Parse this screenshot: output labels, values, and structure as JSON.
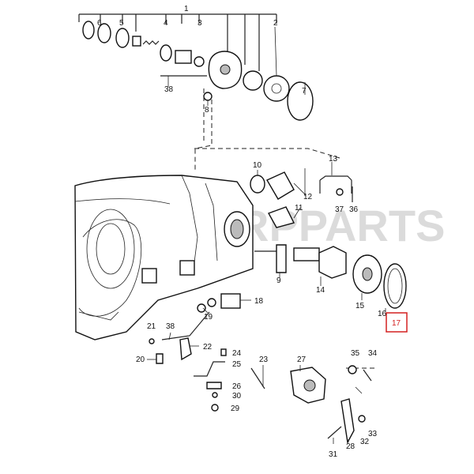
{
  "watermark": {
    "brand": "RPPARTS"
  },
  "callouts": [
    "1",
    "2",
    "3",
    "4",
    "5",
    "6",
    "7",
    "8",
    "9",
    "10",
    "11",
    "12",
    "13",
    "14",
    "15",
    "16",
    "17",
    "18",
    "19",
    "20",
    "21",
    "22",
    "23",
    "24",
    "25",
    "26",
    "27",
    "28",
    "29",
    "30",
    "31",
    "32",
    "33",
    "34",
    "35",
    "36",
    "37",
    "38",
    "38"
  ],
  "highlighted_callout": "17",
  "colors": {
    "highlight_box": "#d42020",
    "line": "#222222",
    "watermark": "#d8d8d8"
  }
}
